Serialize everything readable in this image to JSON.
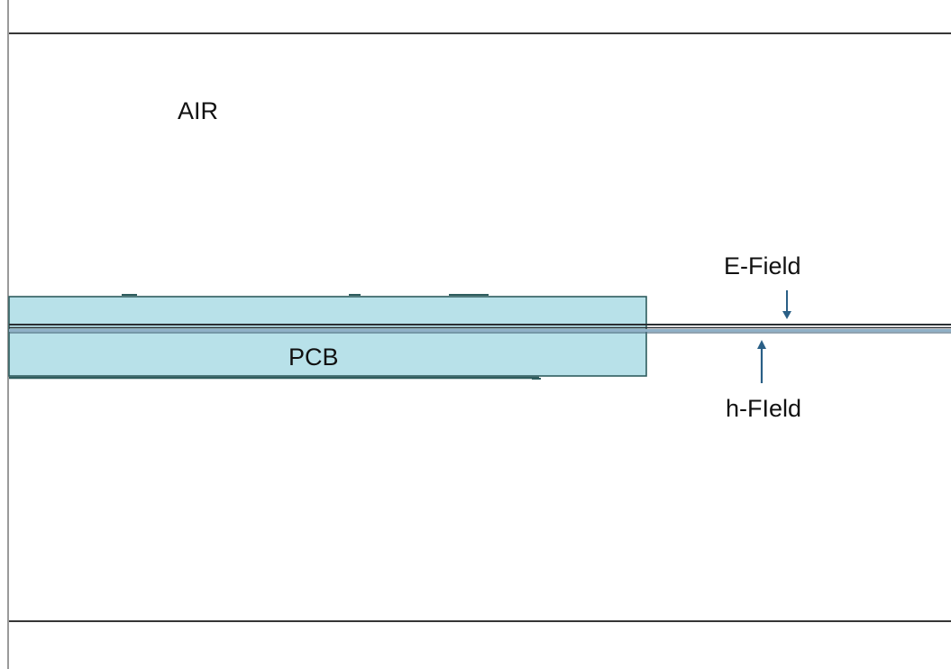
{
  "diagram": {
    "labels": {
      "air": "AIR",
      "pcb": "PCB",
      "e_field": "E-Field",
      "h_field": "h-FIeld"
    },
    "colors": {
      "pcb_fill": "#b8e1e9",
      "pcb_stroke": "#2f5d5e",
      "trace_stroke": "#2a2f33",
      "trace_core": "#8fb0c7",
      "arrow": "#2a5f86",
      "boundary_line": "#1a1a1a",
      "left_rule": "#9a9a9a"
    }
  }
}
